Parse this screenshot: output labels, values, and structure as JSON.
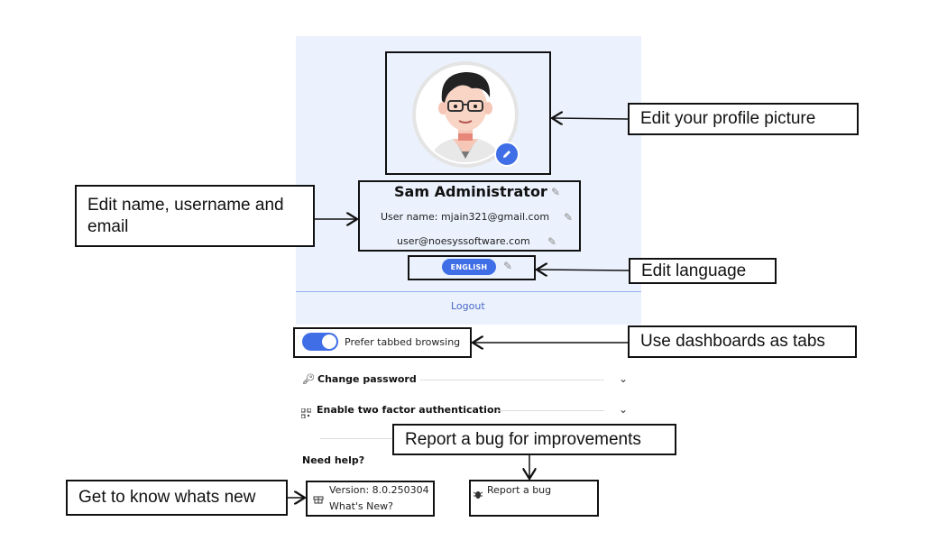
{
  "profile": {
    "name": "Sam Administrator",
    "username_line": "User name: mjain321@gmail.com",
    "email": "user@noesyssoftware.com",
    "language": "ENGLISH",
    "logout": "Logout"
  },
  "settings": {
    "tabbed_browsing_label": "Prefer tabbed browsing",
    "tabbed_browsing_on": true,
    "change_password": "Change password",
    "two_factor": "Enable two factor authentication"
  },
  "help": {
    "title": "Need help?",
    "version": "Version: 8.0.250304",
    "whats_new": "What's New?",
    "report_bug": "Report a bug"
  },
  "callouts": {
    "profile_picture": "Edit your profile picture",
    "name_email": "Edit name, username and email",
    "language": "Edit language",
    "tabs": "Use dashboards as tabs",
    "bug": "Report a bug for improvements",
    "whats_new": "Get to know whats new"
  },
  "colors": {
    "accent": "#3f6ee6",
    "panel_bg": "#ebf2fd",
    "link": "#4a67c8"
  },
  "icons": {
    "edit": "pencil-icon",
    "password": "key-icon",
    "two_factor": "qr-code-icon",
    "version": "gift-icon",
    "bug": "bug-icon"
  }
}
